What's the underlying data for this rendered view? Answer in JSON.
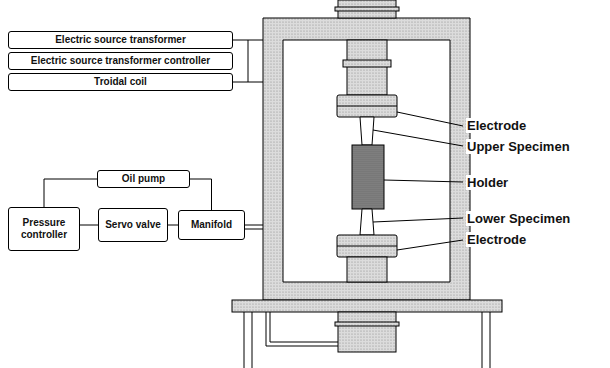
{
  "diagram": {
    "nodes": [
      {
        "text": [
          "Electric source transformer"
        ]
      },
      {
        "text": [
          "Electric source transformer controller"
        ]
      },
      {
        "text": [
          "Troidal coil"
        ]
      },
      {
        "text": [
          "Oil pump"
        ]
      },
      {
        "text": [
          "Pressure controller"
        ]
      },
      {
        "text": [
          "Servo valve"
        ]
      },
      {
        "text": [
          "Manifold"
        ]
      }
    ],
    "edges": [
      {
        "from": 3,
        "to": 4,
        "arrow": "none"
      },
      {
        "from": 3,
        "to": 6,
        "arrow": "none"
      },
      {
        "from": 4,
        "to": 5,
        "arrow": "none"
      },
      {
        "from": 5,
        "to": 6,
        "arrow": "none"
      }
    ],
    "labels": [
      "Electrode",
      "Upper Specimen",
      "Holder",
      "Lower Specimen",
      "Electrode"
    ]
  }
}
